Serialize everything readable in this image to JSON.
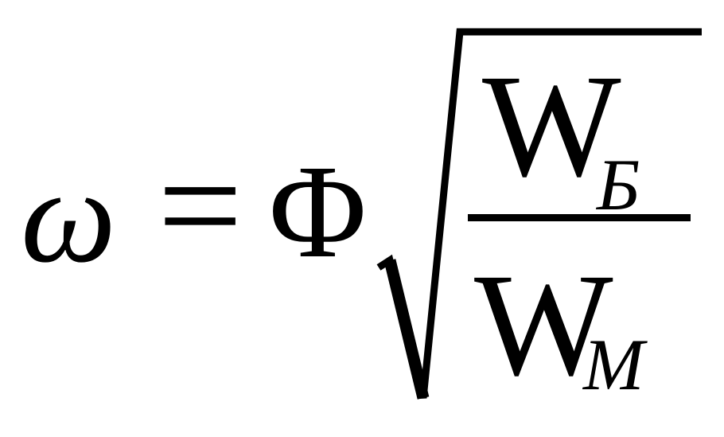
{
  "formula": {
    "lhs": "ω",
    "equals": "=",
    "factor": "Φ",
    "numerator": {
      "symbol": "W",
      "subscript": "Б"
    },
    "denominator": {
      "symbol": "W",
      "subscript": "М"
    }
  }
}
